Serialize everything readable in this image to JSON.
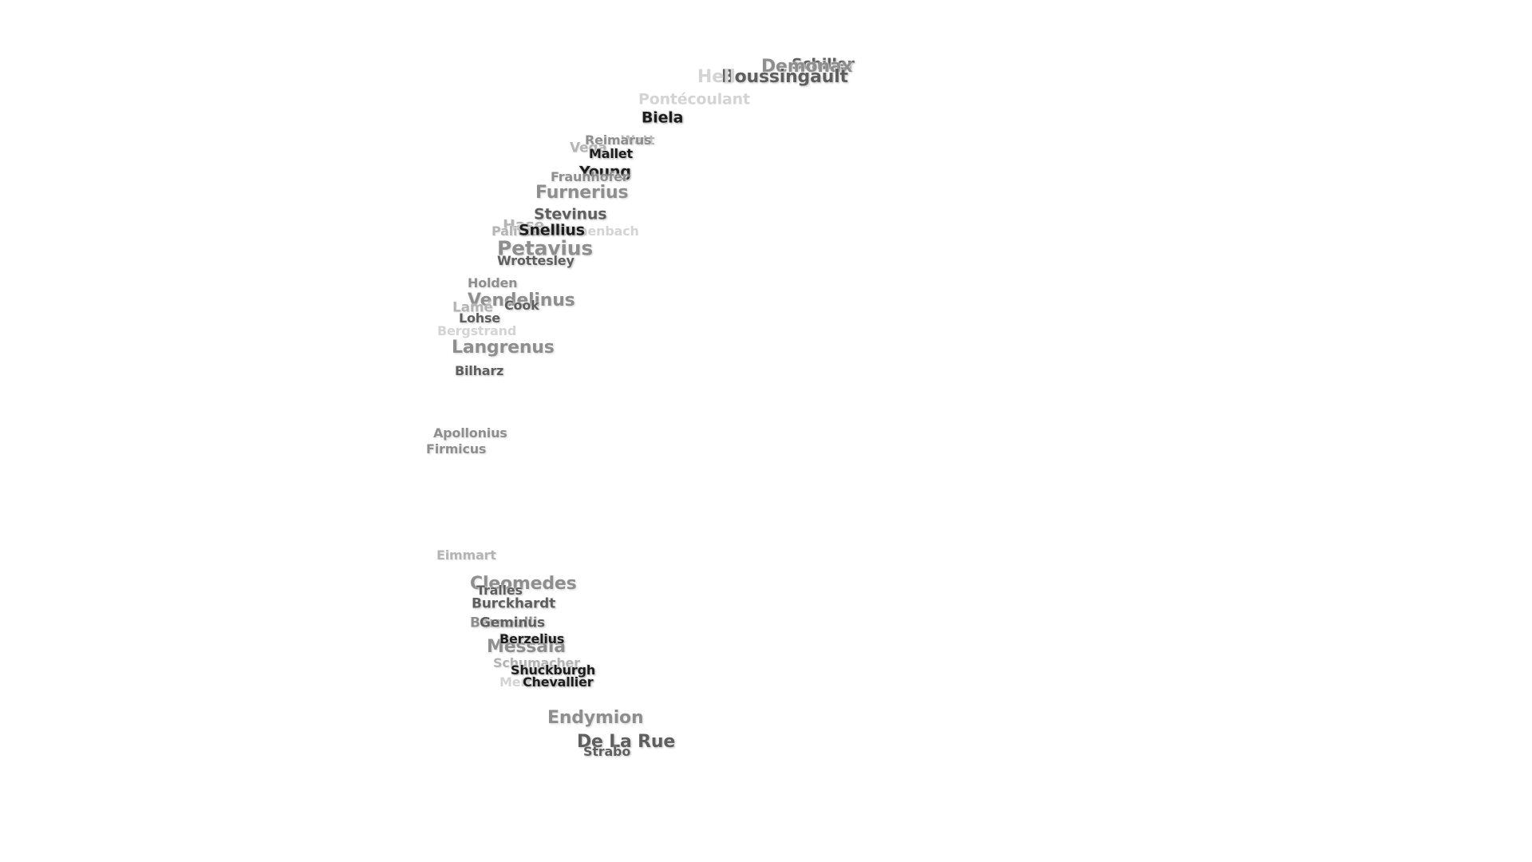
{
  "map": {
    "labels": [
      {
        "id": "schiller",
        "name": "Schiller"
      },
      {
        "id": "demonax",
        "name": "Demonax"
      },
      {
        "id": "boussingault",
        "name": "Boussingault"
      },
      {
        "id": "hell",
        "name": "Hell"
      },
      {
        "id": "pontecoulant",
        "name": "Pontécoulant"
      },
      {
        "id": "biela",
        "name": "Biela"
      },
      {
        "id": "watt",
        "name": "Watt"
      },
      {
        "id": "reimarus",
        "name": "Reimarus"
      },
      {
        "id": "vega",
        "name": "Vega"
      },
      {
        "id": "mallet",
        "name": "Mallet"
      },
      {
        "id": "young",
        "name": "Young"
      },
      {
        "id": "fraunhofer",
        "name": "Fraunhofer"
      },
      {
        "id": "furnerius",
        "name": "Furnerius"
      },
      {
        "id": "stevinus",
        "name": "Stevinus"
      },
      {
        "id": "hase",
        "name": "Hase"
      },
      {
        "id": "snellius",
        "name": "Snellius"
      },
      {
        "id": "palitzsch",
        "name": "Palitzsch"
      },
      {
        "id": "reichenbach",
        "name": "Reichenbach"
      },
      {
        "id": "petavius",
        "name": "Petavius"
      },
      {
        "id": "wrottesley",
        "name": "Wrottesley"
      },
      {
        "id": "holden",
        "name": "Holden"
      },
      {
        "id": "vendelinus",
        "name": "Vendelinus"
      },
      {
        "id": "lame",
        "name": "Lamé"
      },
      {
        "id": "cook",
        "name": "Cook"
      },
      {
        "id": "lohse",
        "name": "Lohse"
      },
      {
        "id": "bergstrand",
        "name": "Bergstrand"
      },
      {
        "id": "langrenus",
        "name": "Langrenus"
      },
      {
        "id": "bilharz",
        "name": "Bilharz"
      },
      {
        "id": "apollonius",
        "name": "Apollonius"
      },
      {
        "id": "firmicus",
        "name": "Firmicus"
      },
      {
        "id": "eimmart",
        "name": "Eimmart"
      },
      {
        "id": "cleomedes",
        "name": "Cleomedes"
      },
      {
        "id": "tralles",
        "name": "Tralles"
      },
      {
        "id": "burckhardt",
        "name": "Burckhardt"
      },
      {
        "id": "bernoulli",
        "name": "Bernoulli"
      },
      {
        "id": "geminus",
        "name": "Geminus"
      },
      {
        "id": "berzelius",
        "name": "Berzelius"
      },
      {
        "id": "messala",
        "name": "Messala"
      },
      {
        "id": "schumacher",
        "name": "Schumacher"
      },
      {
        "id": "shuckburgh",
        "name": "Shuckburgh"
      },
      {
        "id": "mercurius",
        "name": "Mercurius"
      },
      {
        "id": "chevallier",
        "name": "Chevallier"
      },
      {
        "id": "endymion",
        "name": "Endymion"
      },
      {
        "id": "de-la-rue",
        "name": "De La Rue"
      },
      {
        "id": "strabo",
        "name": "Strabo"
      }
    ]
  }
}
